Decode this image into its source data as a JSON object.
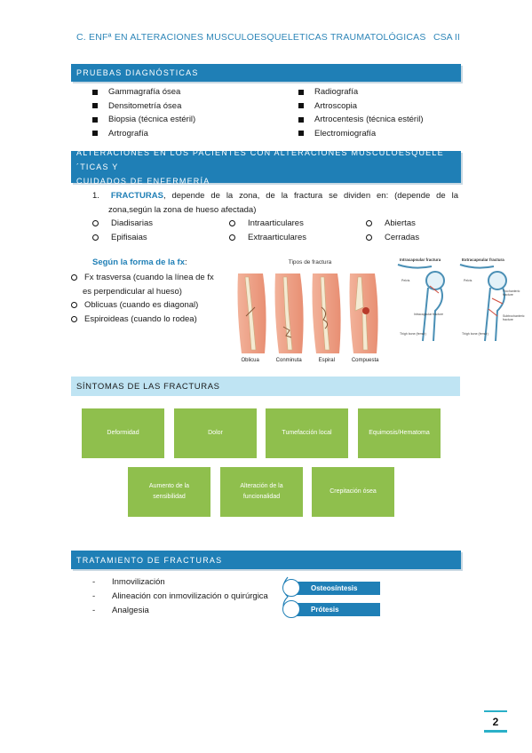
{
  "header": {
    "title": "C. ENFª EN ALTERACIONES MUSCULOESQUELETICAS TRAUMATOLÓGICAS",
    "code": "CSA II"
  },
  "pruebas": {
    "title": "PRUEBAS DIAGNÓSTICAS",
    "left": [
      "Gammagrafía ósea",
      "Densitometría ósea",
      "Biopsia (técnica estéril)",
      "Artrografía"
    ],
    "right": [
      "Radiografía",
      "Artroscopia",
      "Artrocentesis (técnica estéril)",
      "Electromiografía"
    ]
  },
  "alteraciones": {
    "title_line1": "ALTERACIONES EN LOS PACIENTES CON ALTERACIONES MUSCULOESQUELE´TICAS Y",
    "title_line2": "CUIDADOS DE ENFERMERÍA",
    "item_number": "1.",
    "item_label": "FRACTURAS",
    "item_text_line1": ", depende de la zona, de la fractura se dividen en: (depende de la",
    "item_text_line2": "zona,según la zona de hueso afectada)",
    "col1": [
      "Diadisarias",
      "Epifisaias"
    ],
    "col2": [
      "Intraarticulares",
      "Extraarticulares"
    ],
    "col3": [
      "Abiertas",
      "Cerradas"
    ],
    "forma_title": "Según la forma de la fx",
    "forma_colon": ":",
    "forma_items": [
      "Fx trasversa (cuando la línea de fx",
      "es perpendicular al hueso)",
      "Oblicuas (cuando es diagonal)",
      "Espiroideas (cuando lo rodea)"
    ]
  },
  "figure_tipos": {
    "title": "Tipos de fractura",
    "labels": [
      "Oblicua",
      "Conminuta",
      "Espiral",
      "Compuesta"
    ]
  },
  "figure_femur": {
    "left_title": "Intracapsular fractura",
    "right_title": "Extracapsular fractura",
    "left_labels": [
      "Pelvis",
      "Intracapsular fracture",
      "Thigh bone (femur)"
    ],
    "right_labels": [
      "Pelvis",
      "Trochanteric fracture",
      "Subtrochanteric fracture",
      "Thigh bone (femur)"
    ]
  },
  "sintomas": {
    "title": "SÍNTOMAS DE LAS FRACTURAS",
    "row1": [
      "Deformidad",
      "Dolor",
      "Tumefacción local",
      "Equimosis/Hematoma"
    ],
    "row2_1a": "Aumento de la",
    "row2_1b": "sensibilidad",
    "row2_2a": "Alteración de la",
    "row2_2b": "funcionalidad",
    "row2_3": "Crepitación ósea"
  },
  "tratamiento": {
    "title": "TRATAMIENTO DE FRACTURAS",
    "items": [
      "Inmovilización",
      "Alineación con inmovilización o quirúrgica",
      "Analgesia"
    ],
    "options": [
      "Osteosíntesis",
      "Prótesis"
    ]
  },
  "page": {
    "number": "2"
  },
  "colors": {
    "accent": "#1f7fb6",
    "light": "#bfe4f3",
    "green": "#8fbf4d",
    "header_text": "#2e86b8"
  }
}
